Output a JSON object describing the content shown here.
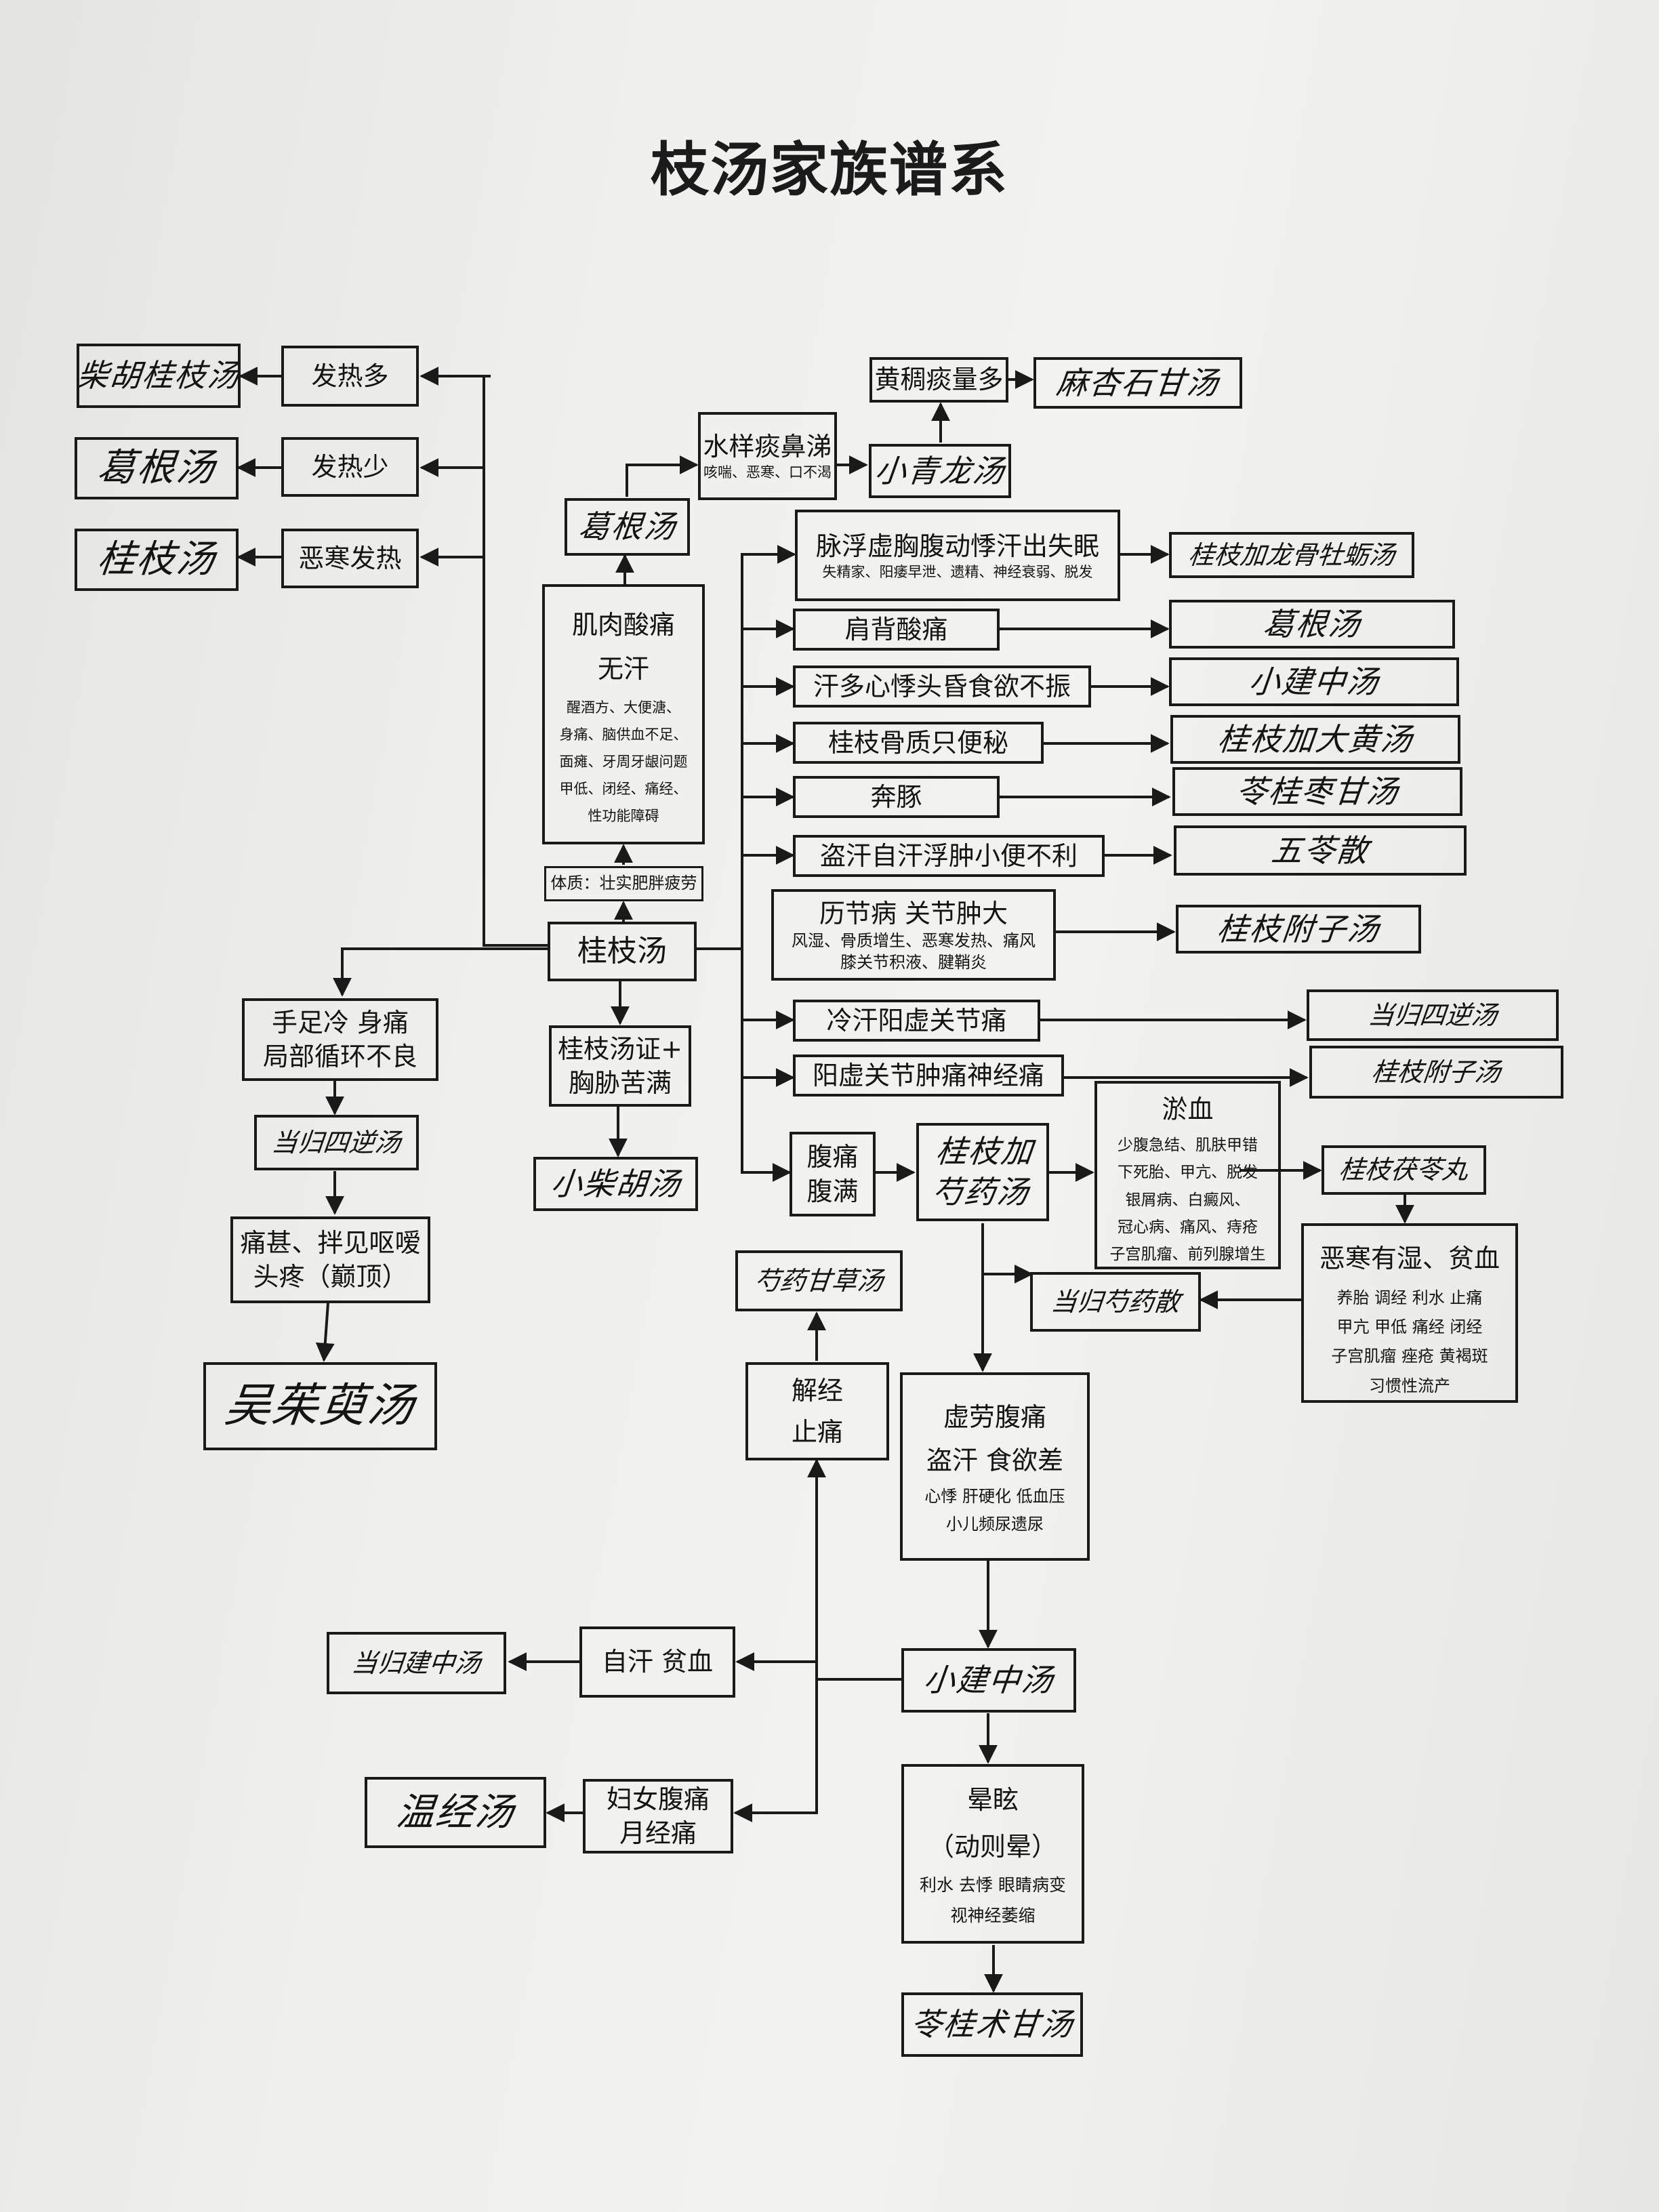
{
  "title": "枝汤家族谱系",
  "colors": {
    "line": "#1a1a1a",
    "paper": "#efefed"
  },
  "nodes": {
    "chaihu_guizhi": "柴胡桂枝汤",
    "fare_duo": "发热多",
    "gegen_1": "葛根汤",
    "fare_shao": "发热少",
    "guizhi_1": "桂枝汤",
    "ehan_fare": "恶寒发热",
    "huangchou": "黄稠痰量多",
    "maxing": "麻杏石甘汤",
    "shuiyang_t": "水样痰鼻涕",
    "shuiyang_s": "咳喘、恶寒、口不渴",
    "xiaoqinglong": "小青龙汤",
    "gegen_2": "葛根汤",
    "maifu_t": "脉浮虚胸腹动悸汗出失眠",
    "maifu_s": "失精家、阳痿早泄、遗精、神经衰弱、脱发",
    "guizhi_longmu": "桂枝加龙骨牡蛎汤",
    "jirou_1": "肌肉酸痛",
    "jirou_2": "无汗",
    "jirou_s": [
      "醒酒方、大便溏、",
      "身痛、脑供血不足、",
      "面瘫、牙周牙龈问题",
      "甲低、闭经、痛经、",
      "性功能障碍"
    ],
    "jianbei": "肩背酸痛",
    "gegen_3": "葛根汤",
    "handuo": "汗多心悸头昏食欲不振",
    "xiaojianzhong_1": "小建中汤",
    "guzhi": "桂枝骨质只便秘",
    "guizhi_dahuang": "桂枝加大黄汤",
    "bentun": "奔豚",
    "linggui_zao": "苓桂枣甘汤",
    "daohan": "盗汗自汗浮肿小便不利",
    "wuling": "五苓散",
    "tizhi": "体质：壮实肥胖疲劳",
    "lijie_t": "历节病  关节肿大",
    "lijie_s1": "风湿、骨质增生、恶寒发热、痛风",
    "lijie_s2": "膝关节积液、腱鞘炎",
    "guizhi_fuzi_1": "桂枝附子汤",
    "guizhi_center": "桂枝汤",
    "shouzu_1": "手足冷  身痛",
    "shouzu_2": "局部循环不良",
    "xiongxie_1": "桂枝汤证+",
    "xiongxie_2": "胸胁苦满",
    "lenghan": "冷汗阳虚关节痛",
    "danggui_sini_1": "当归四逆汤",
    "yangxu": "阳虚关节肿痛神经痛",
    "guizhi_fuzi_2": "桂枝附子汤",
    "danggui_sini_2": "当归四逆汤",
    "xiaochaihu": "小柴胡汤",
    "yuxue_t": "淤血",
    "yuxue_s": [
      "少腹急结、肌肤甲错",
      "下死胎、甲亢、脱发",
      "银屑病、白癜风、",
      "冠心病、痛风、痔疮",
      "子宫肌瘤、前列腺增生"
    ],
    "futong_1": "腹痛",
    "futong_2": "腹满",
    "guizhi_shaoyao": "桂枝加芍药汤",
    "guizhi_fuling": "桂枝茯苓丸",
    "tongshen_1": "痛甚、拌见呕嗳",
    "tongshen_2": "头疼（巅顶）",
    "shaoyao_gancao": "芍药甘草汤",
    "danggui_shaoyao": "当归芍药散",
    "ehan_shi_t": "恶寒有湿、贫血",
    "ehan_shi_s": [
      "养胎  调经  利水  止痛",
      "甲亢  甲低  痛经  闭经",
      "子宫肌瘤  痤疮  黄褐斑",
      "习惯性流产"
    ],
    "wuzhuyu": "吴茱萸汤",
    "jiejing_1": "解经",
    "jiejing_2": "止痛",
    "xulao_1": "虚劳腹痛",
    "xulao_2": "盗汗  食欲差",
    "xulao_s1": "心悸  肝硬化  低血压",
    "xulao_s2": "小儿频尿遗尿",
    "danggui_jianzhong": "当归建中汤",
    "zihan": "自汗  贫血",
    "xiaojianzhong_2": "小建中汤",
    "wenjing": "温经汤",
    "funv_1": "妇女腹痛",
    "funv_2": "月经痛",
    "yunxuan_1": "晕眩",
    "yunxuan_2": "（动则晕）",
    "yunxuan_s1": "利水  去悸  眼睛病变",
    "yunxuan_s2": "视神经萎缩",
    "linggui_zhugan": "苓桂术甘汤"
  }
}
